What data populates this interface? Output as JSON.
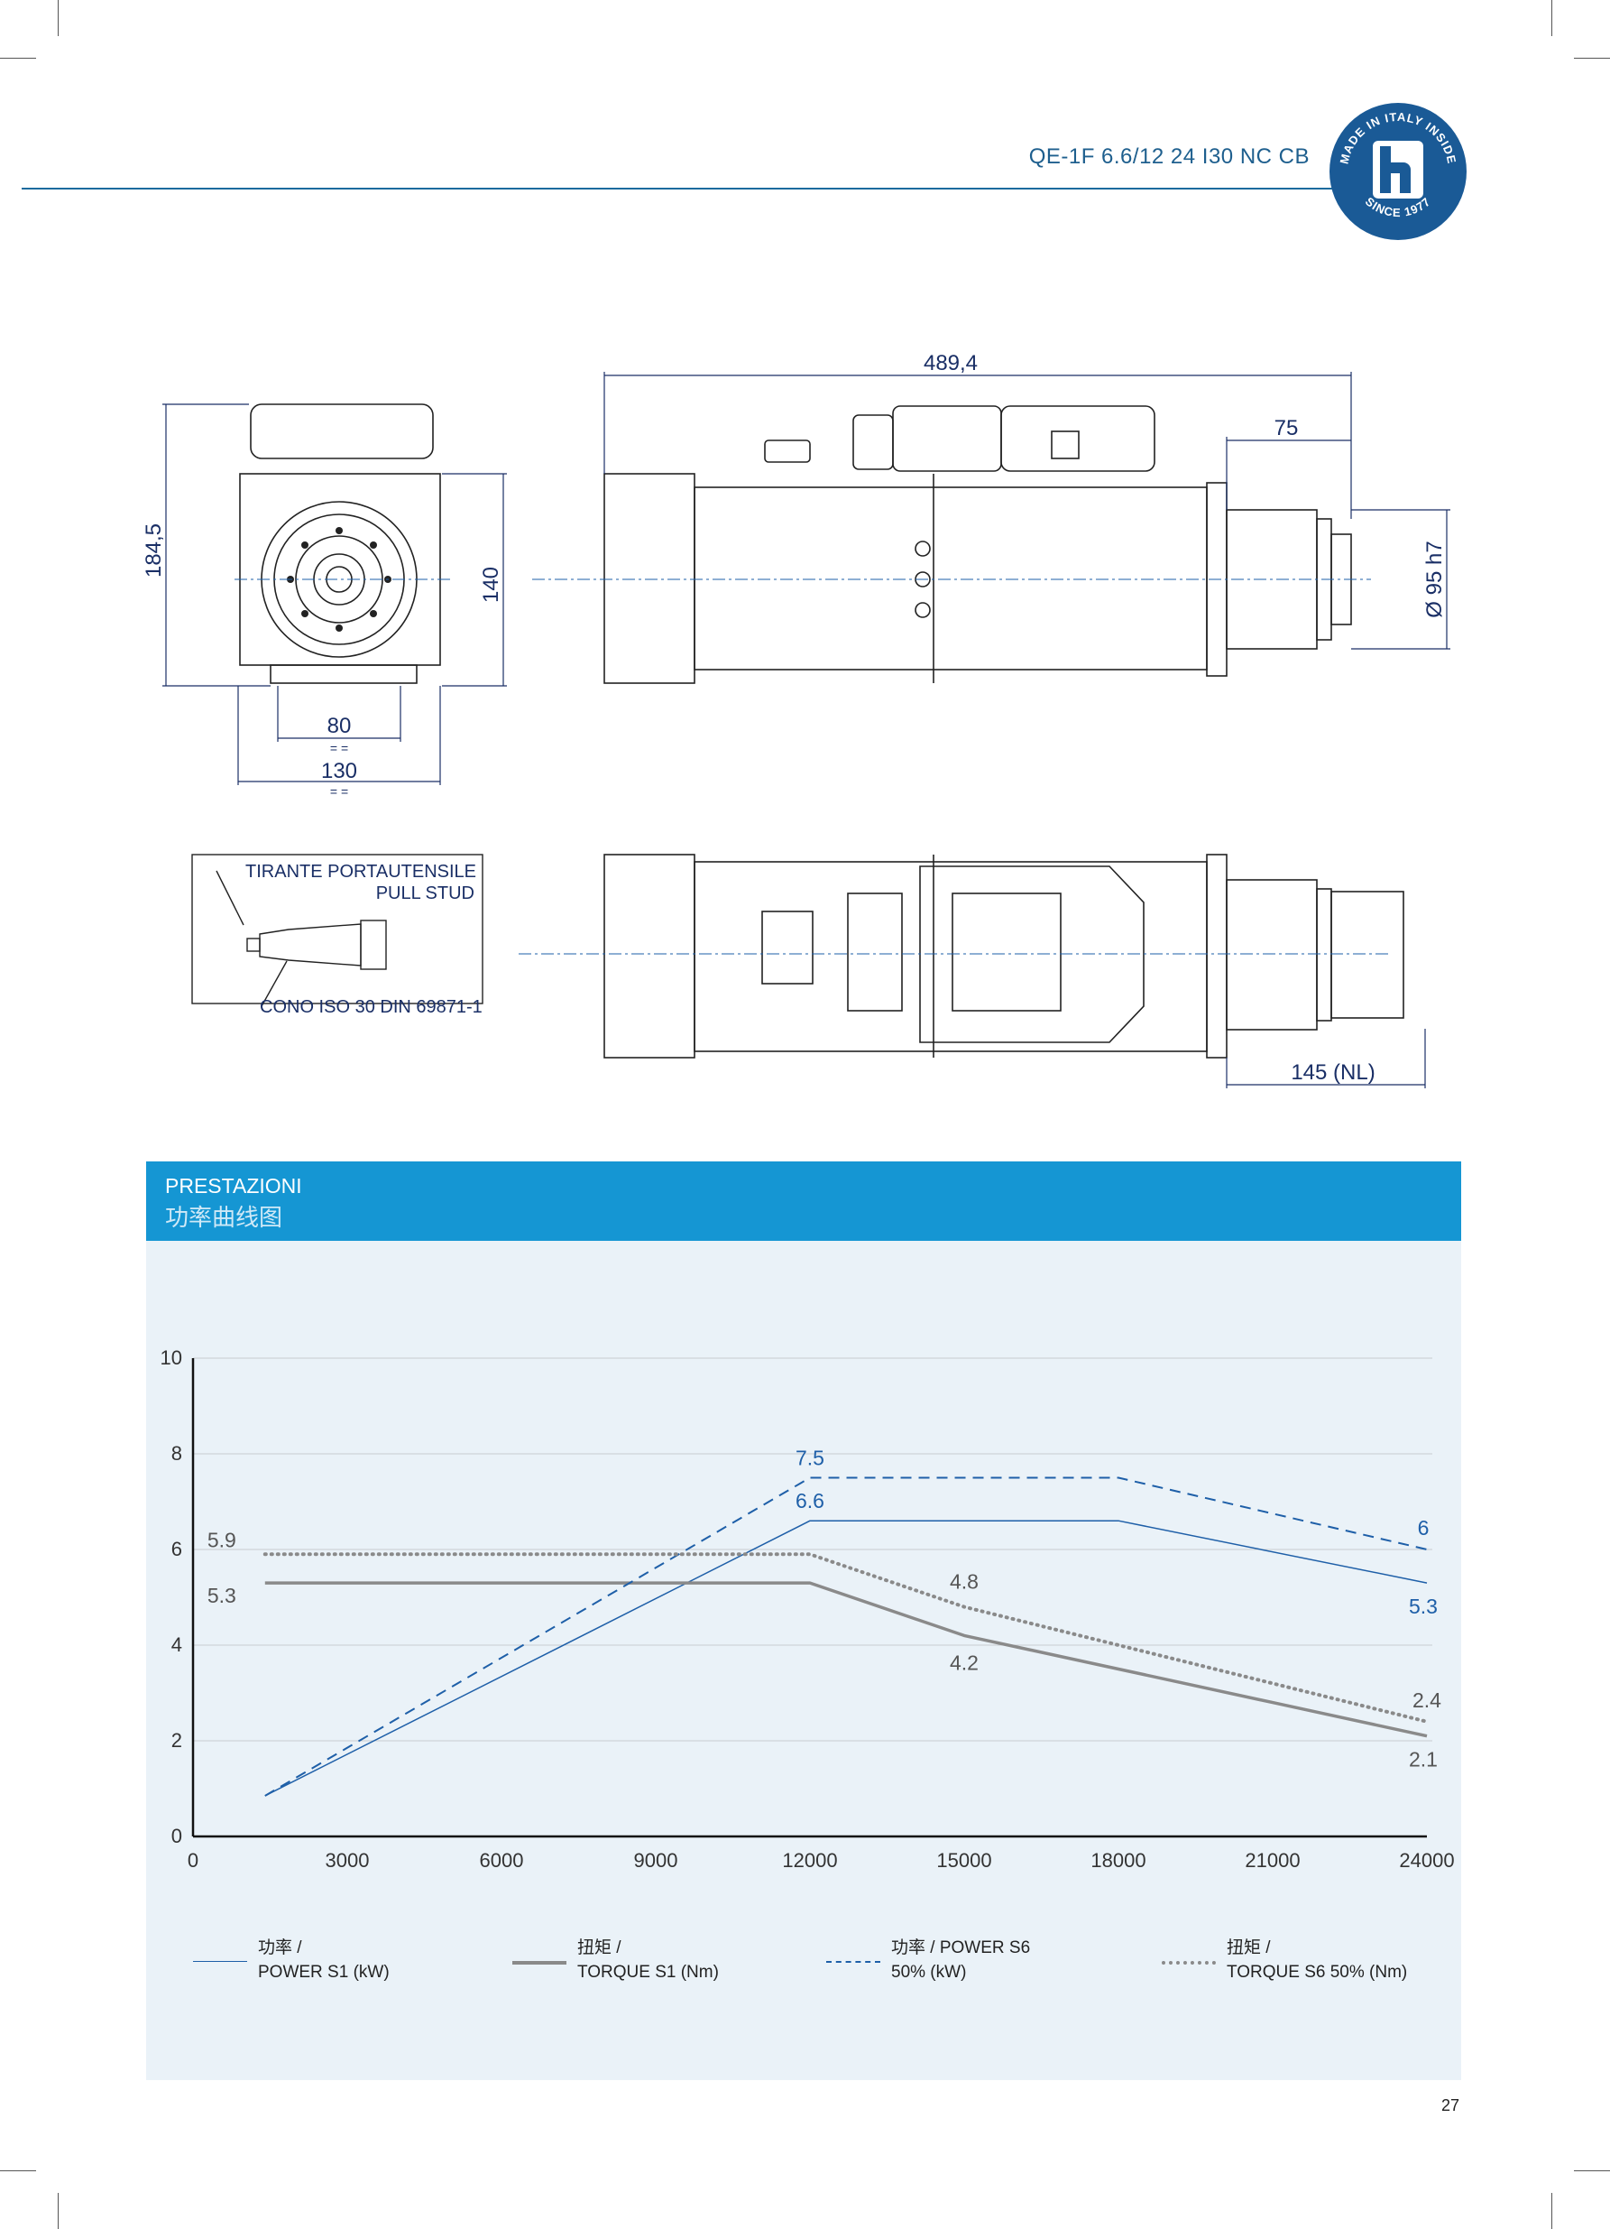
{
  "header": {
    "model_code": "QE-1F 6.6/12 24 I30 NC CB",
    "logo": {
      "text_top": "MADE IN ITALY INSIDE",
      "letter": "h",
      "text_bottom": "SINCE 1977"
    }
  },
  "drawings": {
    "dimensions": {
      "height_total": "184,5",
      "height_body": "140",
      "width_inner": "80",
      "width_outer": "130",
      "equal_mark": "= =",
      "length_total": "489,4",
      "nose_length": "75",
      "diameter": "Ø 95 h7",
      "nose_nl": "145 (NL)"
    },
    "callouts": {
      "pull_stud_it": "TIRANTE PORTAUTENSILE",
      "pull_stud_en": "PULL STUD",
      "cone": "CONO ISO 30 DIN 69871-1"
    }
  },
  "performance": {
    "title": "PRESTAZIONI",
    "subtitle": "功率曲线图"
  },
  "chart_data": {
    "type": "line",
    "xlim": [
      0,
      24000
    ],
    "ylim": [
      0,
      10
    ],
    "x_ticks": [
      "0",
      "3000",
      "6000",
      "9000",
      "12000",
      "15000",
      "18000",
      "21000",
      "24000"
    ],
    "y_ticks": [
      "0",
      "2",
      "4",
      "6",
      "8",
      "10"
    ],
    "grid": true,
    "series": [
      {
        "name": "功率 / POWER S1 (kW)",
        "style": "thin-solid",
        "color": "#1e5fa8",
        "x": [
          1400,
          12000,
          18000,
          24000
        ],
        "y": [
          0.85,
          6.6,
          6.6,
          5.3
        ],
        "labels": [
          {
            "text": "6.6",
            "x": 12000,
            "y": 6.6
          },
          {
            "text": "5.3",
            "x": 24000,
            "y": 5.3
          }
        ]
      },
      {
        "name": "扭矩 / TORQUE S1 (Nm)",
        "style": "thick-solid",
        "color": "#8a8a8a",
        "x": [
          1400,
          12000,
          15000,
          18000,
          21000,
          24000
        ],
        "y": [
          5.3,
          5.3,
          4.2,
          3.5,
          2.8,
          2.1
        ],
        "labels": [
          {
            "text": "5.3",
            "x": 1400,
            "y": 5.3
          },
          {
            "text": "4.2",
            "x": 15000,
            "y": 4.2
          },
          {
            "text": "2.1",
            "x": 24000,
            "y": 2.1
          }
        ]
      },
      {
        "name": "功率 / POWER S6 50% (kW)",
        "style": "dashed",
        "color": "#1e5fa8",
        "x": [
          1400,
          12000,
          18000,
          24000
        ],
        "y": [
          0.85,
          7.5,
          7.5,
          6
        ],
        "labels": [
          {
            "text": "7.5",
            "x": 12000,
            "y": 7.5
          },
          {
            "text": "6",
            "x": 24000,
            "y": 6
          }
        ]
      },
      {
        "name": "扭矩 / TORQUE S6 50% (Nm)",
        "style": "dotted",
        "color": "#8a8a8a",
        "x": [
          1400,
          12000,
          15000,
          18000,
          21000,
          24000
        ],
        "y": [
          5.9,
          5.9,
          4.8,
          4.0,
          3.2,
          2.4
        ],
        "labels": [
          {
            "text": "5.9",
            "x": 1400,
            "y": 5.9
          },
          {
            "text": "4.8",
            "x": 15000,
            "y": 4.8
          },
          {
            "text": "2.4",
            "x": 24000,
            "y": 2.4
          }
        ]
      }
    ]
  },
  "legend": [
    {
      "line1": "功率 /",
      "line2": "POWER S1 (kW)"
    },
    {
      "line1": "扭矩 /",
      "line2": "TORQUE S1 (Nm)"
    },
    {
      "line1": "功率 / POWER S6",
      "line2": "50% (kW)"
    },
    {
      "line1": "扭矩 /",
      "line2": "TORQUE S6 50% (Nm)"
    }
  ],
  "footer": {
    "page_number": "27"
  },
  "colors": {
    "accent": "#1596d3",
    "navy": "#1a2f66",
    "panel": "#eaf2f8"
  }
}
